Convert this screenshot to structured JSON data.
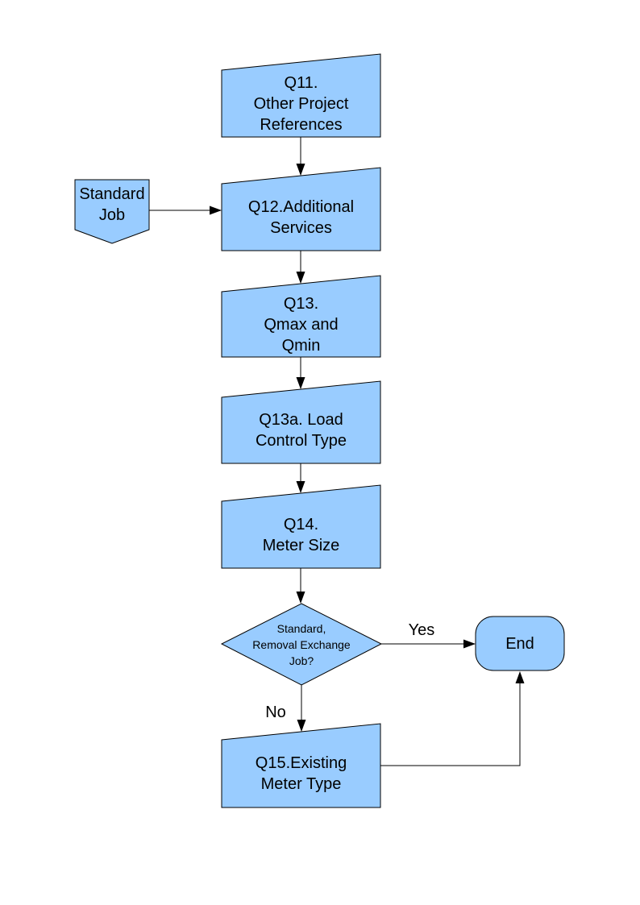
{
  "page": {
    "background": "#FFFFFF"
  },
  "flowchart": {
    "colors": {
      "node_fill": "#99CCFF",
      "node_border": "#000000",
      "connector": "#000000",
      "text": "#000000"
    },
    "nodes": {
      "q11": {
        "label": "Q11.\nOther Project\nReferences"
      },
      "standard_job": {
        "label": "Standard\nJob"
      },
      "q12": {
        "label": "Q12.Additional\nServices"
      },
      "q13": {
        "label": "Q13.\nQmax and\nQmin"
      },
      "q13a": {
        "label": "Q13a. Load\nControl Type"
      },
      "q14": {
        "label": "Q14.\nMeter Size"
      },
      "decision": {
        "label": "Standard,\nRemoval Exchange\nJob?"
      },
      "end": {
        "label": "End"
      },
      "q15": {
        "label": "Q15.Existing\nMeter Type"
      }
    },
    "edges": {
      "yes_label": "Yes",
      "no_label": "No"
    }
  }
}
